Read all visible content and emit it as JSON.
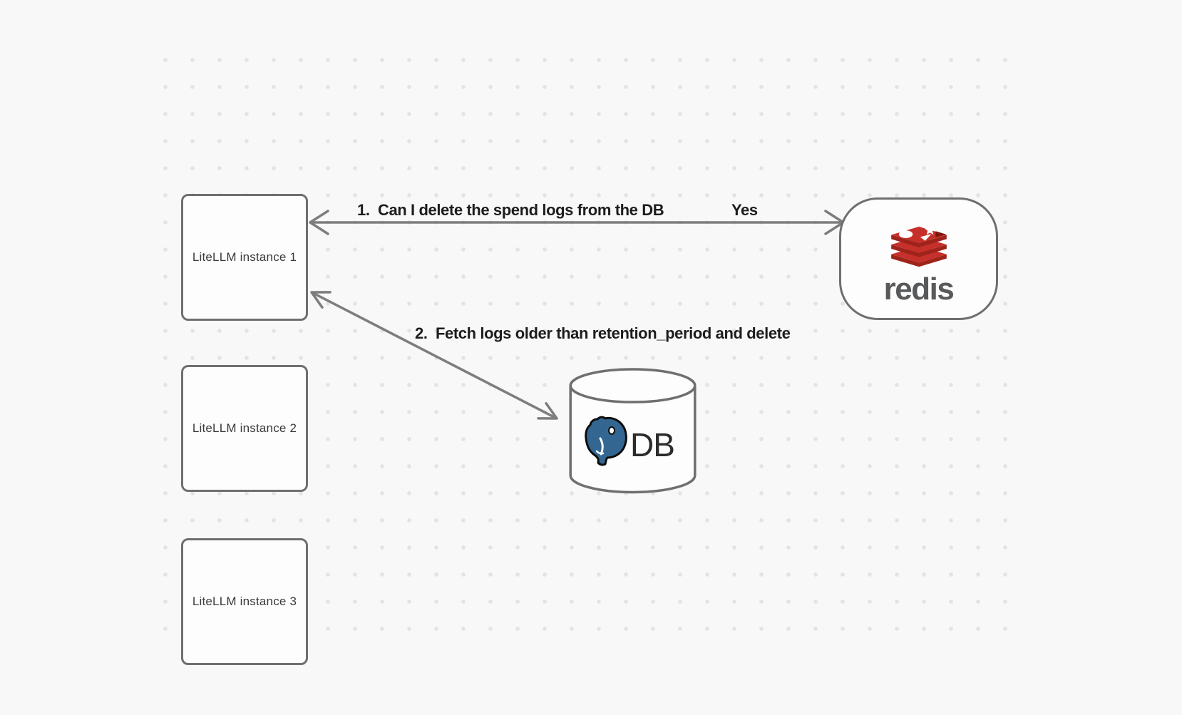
{
  "diagram": {
    "instances": [
      {
        "label": "LiteLLM instance 1"
      },
      {
        "label": "LiteLLM instance 2"
      },
      {
        "label": "LiteLLM instance 3"
      }
    ],
    "redis": {
      "wordmark": "redis",
      "logo": "redis-logo"
    },
    "db": {
      "label": "DB",
      "logo": "postgresql-logo"
    },
    "annotations": {
      "step1": "1.  Can I delete the spend logs from the DB",
      "step1_answer": "Yes",
      "step2": "2.  Fetch logs older than retention_period and delete"
    },
    "colors": {
      "background": "#f8f8f8",
      "grid_dot": "#e3e3e3",
      "shape_stroke": "#6f6f6f",
      "arrow_stroke": "#7d7d7d",
      "annotation_text": "#1d1d1d",
      "node_text": "#3a3a3a",
      "redis_red": "#c6302b",
      "redis_dark_red": "#9e241b",
      "redis_wordmark_gray": "#58595b",
      "postgres_blue": "#336791",
      "db_text": "#2b2b2b"
    }
  }
}
